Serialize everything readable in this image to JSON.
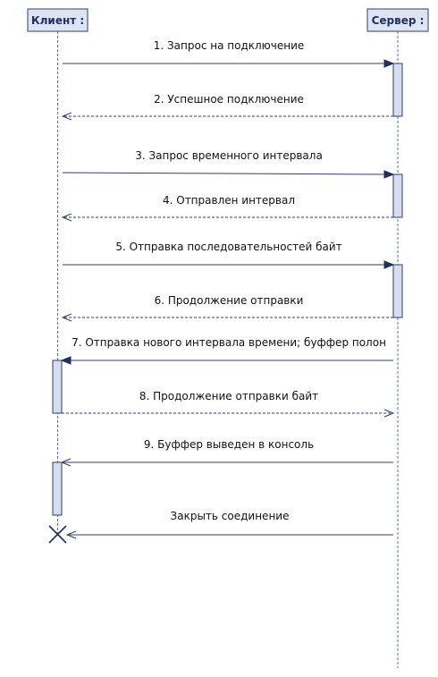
{
  "lifelines": {
    "client": {
      "title": "Клиент :"
    },
    "server": {
      "title": "Сервер :"
    }
  },
  "messages": [
    {
      "id": "m1",
      "label": "1. Запрос на подключение",
      "from": "client",
      "to": "server",
      "style": "sync"
    },
    {
      "id": "m2",
      "label": "2. Успешное подключение",
      "from": "server",
      "to": "client",
      "style": "reply"
    },
    {
      "id": "m3",
      "label": "3. Запрос временного интервала",
      "from": "client",
      "to": "server",
      "style": "sync"
    },
    {
      "id": "m4",
      "label": "4. Отправлен интервал",
      "from": "server",
      "to": "client",
      "style": "reply"
    },
    {
      "id": "m5",
      "label": "5. Отправка последовательностей байт",
      "from": "client",
      "to": "server",
      "style": "sync"
    },
    {
      "id": "m6",
      "label": "6. Продолжение отправки",
      "from": "server",
      "to": "client",
      "style": "reply"
    },
    {
      "id": "m7",
      "label": "7. Отправка нового интервала времени; буффер полон",
      "from": "server",
      "to": "client",
      "style": "sync"
    },
    {
      "id": "m8",
      "label": "8. Продолжение отправки байт",
      "from": "client",
      "to": "server",
      "style": "reply"
    },
    {
      "id": "m9",
      "label": "9. Буффер выведен в консоль",
      "from": "server",
      "to": "client",
      "style": "async"
    },
    {
      "id": "m10",
      "label": "Закрыть соединение",
      "from": "server",
      "to": "client",
      "style": "async"
    }
  ],
  "colors": {
    "lifeline_fill": "#dde5f5",
    "activation_fill": "#d6ddef",
    "stroke": "#2f3f70",
    "text": "#111111"
  }
}
